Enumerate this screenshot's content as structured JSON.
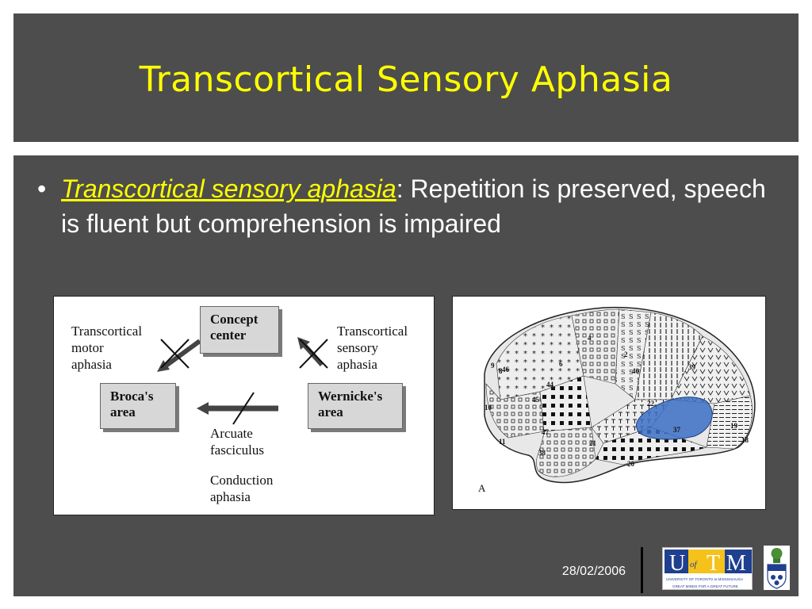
{
  "slide": {
    "title": "Transcortical Sensory Aphasia",
    "bullet": {
      "term": "Transcortical sensory aphasia",
      "separator": ":",
      "text": " Repetition is preserved, speech is fluent but comprehension is impaired"
    },
    "date": "28/02/2006"
  },
  "diagram": {
    "concept_center": "Concept center",
    "concept_line1": "Concept",
    "concept_line2": "center",
    "brocas_line1": "Broca's",
    "brocas_line2": "area",
    "wernickes_line1": "Wernicke's",
    "wernickes_line2": "area",
    "tc_motor_line1": "Transcortical",
    "tc_motor_line2": "motor",
    "tc_motor_line3": "aphasia",
    "tc_sensory_line1": "Transcortical",
    "tc_sensory_line2": "sensory",
    "tc_sensory_line3": "aphasia",
    "arcuate_line1": "Arcuate",
    "arcuate_line2": "fasciculus",
    "conduction_line1": "Conduction",
    "conduction_line2": "aphasia"
  },
  "brain_map": {
    "panel_label": "A",
    "area_numbers": [
      "8",
      "9",
      "10",
      "11",
      "44",
      "45",
      "46",
      "47",
      "38",
      "21",
      "20",
      "22",
      "37",
      "39",
      "40",
      "19",
      "18",
      "2",
      "4",
      "6"
    ],
    "highlight_color": "#3b6fc4"
  },
  "logos": {
    "utm_letters": [
      "U",
      "of",
      "T",
      "M"
    ],
    "utm_line1": "UNIVERSITY OF TORONTO at MISSISSAUGA",
    "utm_line2": "GREAT MINDS FOR A GREAT FUTURE"
  },
  "colors": {
    "background": "#4d4d4d",
    "title": "#ffff00",
    "text": "#ffffff"
  }
}
